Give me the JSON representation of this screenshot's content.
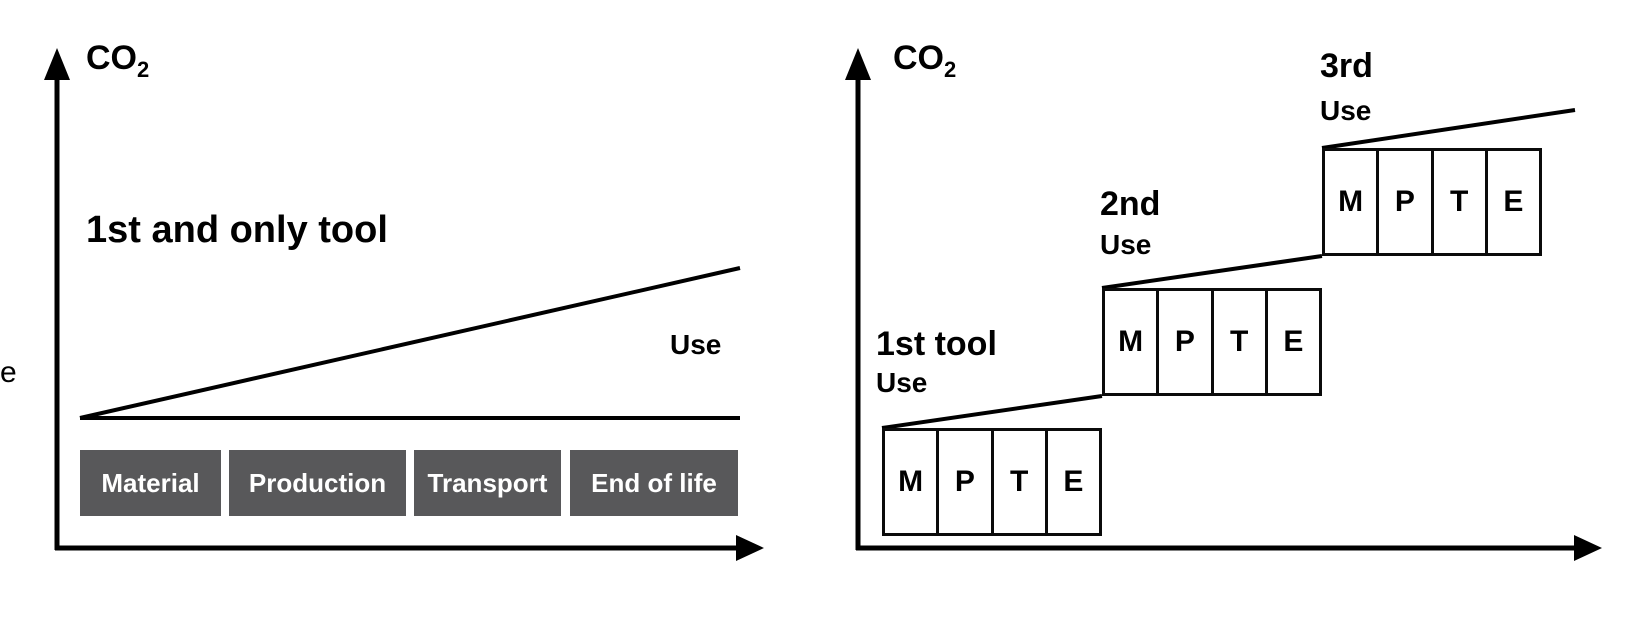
{
  "left_chart": {
    "y_axis_label": "CO",
    "y_axis_subscript": "2",
    "title": "1st and only tool",
    "use_label": "Use",
    "phase_boxes": [
      "Material",
      "Production",
      "Transport",
      "End of life"
    ]
  },
  "right_chart": {
    "y_axis_label": "CO",
    "y_axis_subscript": "2",
    "steps": [
      {
        "title": "1st tool",
        "use_label": "Use",
        "cells": [
          "M",
          "P",
          "T",
          "E"
        ]
      },
      {
        "title": "2nd",
        "use_label": "Use",
        "cells": [
          "M",
          "P",
          "T",
          "E"
        ]
      },
      {
        "title": "3rd",
        "use_label": "Use",
        "cells": [
          "M",
          "P",
          "T",
          "E"
        ]
      }
    ]
  },
  "colors": {
    "line": "#000000",
    "phase_box_bg": "#58585a",
    "phase_box_text": "#ffffff",
    "mpte_border": "#0b0b0b"
  },
  "edge_fragment": "e"
}
